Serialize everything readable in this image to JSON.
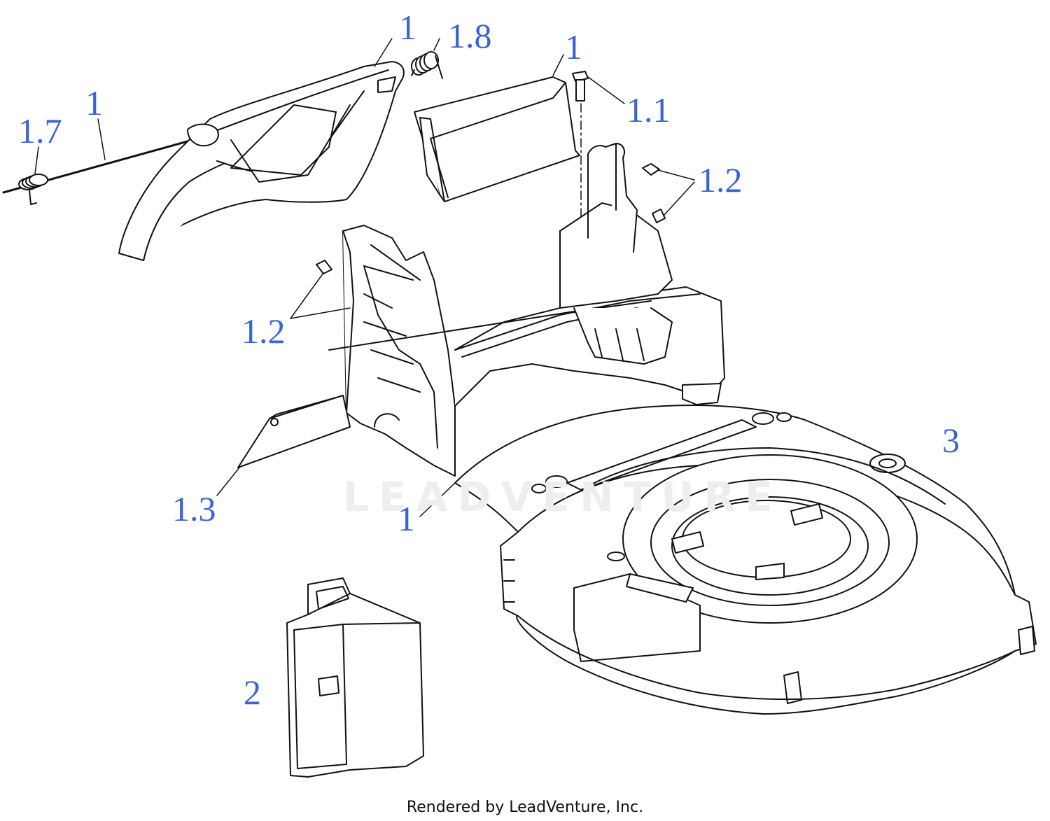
{
  "colors": {
    "callout": "#3a63d6",
    "line": "#111111",
    "watermark": "#eeeeee"
  },
  "callouts": [
    {
      "id": "c1-handle",
      "text": "1"
    },
    {
      "id": "c1-8",
      "text": "1.8"
    },
    {
      "id": "c1-chute-door",
      "text": "1"
    },
    {
      "id": "c1-rod",
      "text": "1"
    },
    {
      "id": "c1-7",
      "text": "1.7"
    },
    {
      "id": "c1-1",
      "text": "1.1"
    },
    {
      "id": "c1-2-right",
      "text": "1.2"
    },
    {
      "id": "c1-2-left",
      "text": "1.2"
    },
    {
      "id": "c3",
      "text": "3"
    },
    {
      "id": "c1-3",
      "text": "1.3"
    },
    {
      "id": "c1-frame",
      "text": "1"
    },
    {
      "id": "c2",
      "text": "2"
    }
  ],
  "watermark": "LEADVENTURE",
  "footer": "Rendered by LeadVenture, Inc."
}
